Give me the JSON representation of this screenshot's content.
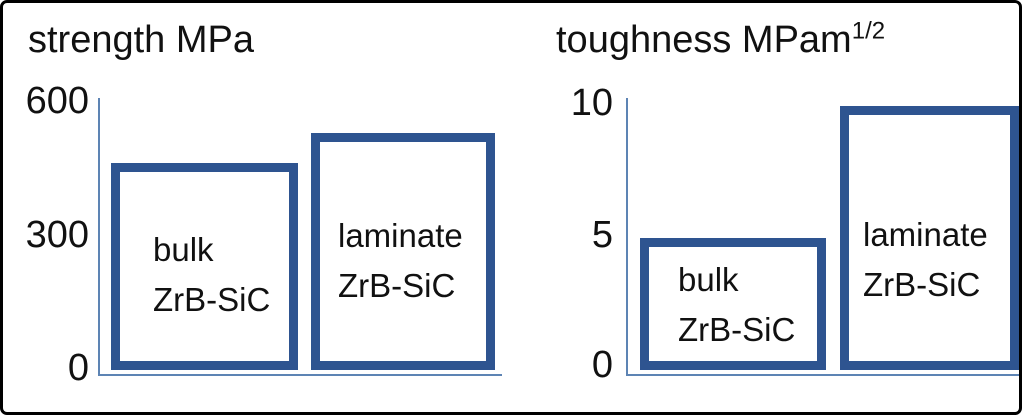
{
  "figure": {
    "background": "#ffffff",
    "frame_color": "#000000",
    "bar_border_color": "#2e5490",
    "axis_color": "#5d84b4",
    "text_color": "#111111"
  },
  "chart_data": [
    {
      "type": "bar",
      "title": "strength MPa",
      "title_sup": "",
      "yticks": [
        "600",
        "300",
        "0"
      ],
      "ymax": 600,
      "ylim": [
        0,
        600
      ],
      "grid": false,
      "legend": false,
      "categories": [
        "bulk ZrB-SiC",
        "laminate ZrB-SiC"
      ],
      "values": [
        455,
        520
      ],
      "bars": [
        {
          "line1": "bulk",
          "line2": "ZrB-SiC"
        },
        {
          "line1": "laminate",
          "line2": "ZrB-SiC"
        }
      ]
    },
    {
      "type": "bar",
      "title": "toughness MPam",
      "title_sup": "1/2",
      "yticks": [
        "10",
        "5",
        "0"
      ],
      "ymax": 10,
      "ylim": [
        0,
        10
      ],
      "grid": false,
      "legend": false,
      "categories": [
        "bulk ZrB-SiC",
        "laminate ZrB-SiC"
      ],
      "values": [
        4.8,
        9.6
      ],
      "bars": [
        {
          "line1": "bulk",
          "line2": "ZrB-SiC"
        },
        {
          "line1": "laminate",
          "line2": "ZrB-SiC"
        }
      ]
    }
  ]
}
